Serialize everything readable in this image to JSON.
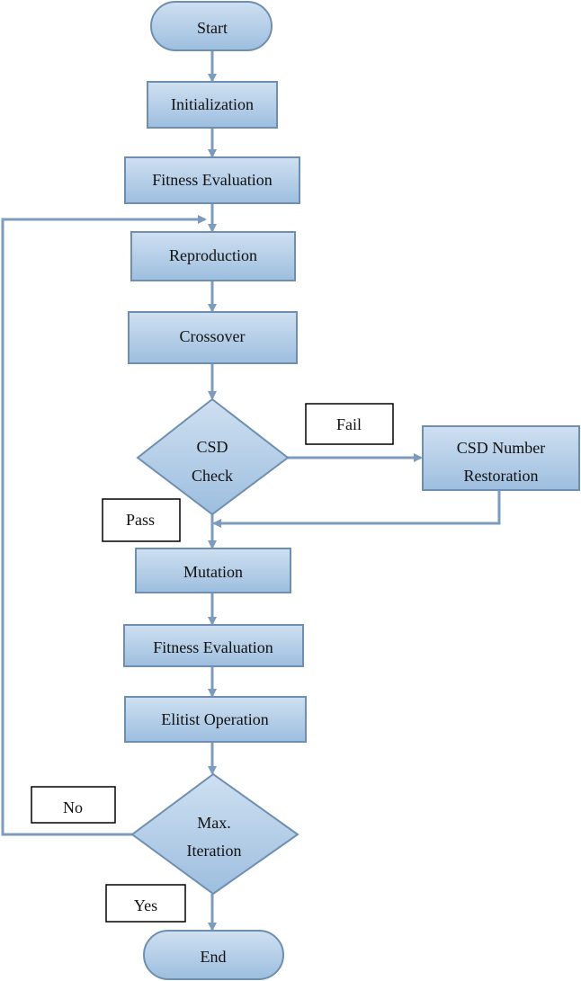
{
  "colors": {
    "fill_top": "#cfe0f1",
    "fill_bottom": "#9dbedf",
    "stroke": "#6f8fb0",
    "edge": "#7d9cbd"
  },
  "nodes": {
    "start": "Start",
    "init": "Initialization",
    "fitness1": "Fitness Evaluation",
    "reproduction": "Reproduction",
    "crossover": "Crossover",
    "csd_check_line1": "CSD",
    "csd_check_line2": "Check",
    "csd_restore_line1": "CSD Number",
    "csd_restore_line2": "Restoration",
    "mutation": "Mutation",
    "fitness2": "Fitness Evaluation",
    "elitist": "Elitist Operation",
    "maxiter_line1": "Max.",
    "maxiter_line2": "Iteration",
    "end": "End"
  },
  "labels": {
    "fail": "Fail",
    "pass": "Pass",
    "no": "No",
    "yes": "Yes"
  }
}
